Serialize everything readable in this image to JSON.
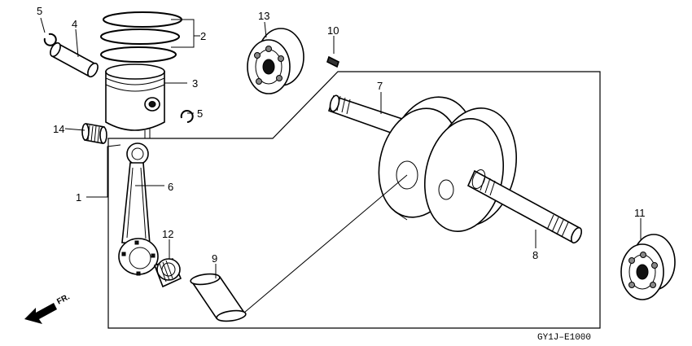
{
  "diagram": {
    "callouts": {
      "c1": "1",
      "c2": "2",
      "c3": "3",
      "c4": "4",
      "c5a": "5",
      "c5b": "5",
      "c6": "6",
      "c7": "7",
      "c8": "8",
      "c9": "9",
      "c10": "10",
      "c11": "11",
      "c12": "12",
      "c13": "13",
      "c14": "14"
    },
    "direction_label": "FR.",
    "drawing_code": "GY1J–E1000"
  }
}
